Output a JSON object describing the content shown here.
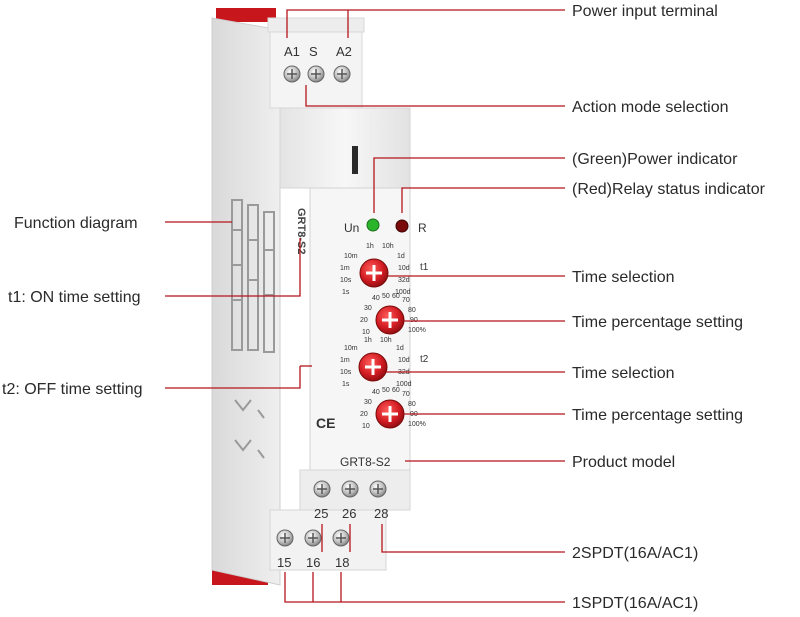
{
  "callouts": {
    "power_input_terminal": "Power input terminal",
    "action_mode_selection": "Action mode selection",
    "power_indicator": "(Green)Power indicator",
    "relay_status_indicator": "(Red)Relay status indicator",
    "function_diagram": "Function diagram",
    "time_selection_1": "Time selection",
    "t1_on_time": "t1: ON time setting",
    "time_percentage_1": "Time percentage setting",
    "t2_off_time": "t2: OFF time setting",
    "time_selection_2": "Time selection",
    "time_percentage_2": "Time percentage setting",
    "product_model": "Product model",
    "spdt2": "2SPDT(16A/AC1)",
    "spdt1": "1SPDT(16A/AC1)"
  },
  "device": {
    "top_terminals": [
      "A1",
      "S",
      "A2"
    ],
    "led_un": "Un",
    "led_r": "R",
    "dial_t1": "t1",
    "dial_t2": "t2",
    "range_ticks_left": [
      "10m",
      "1h",
      "10h",
      "1m",
      "10s",
      "1s"
    ],
    "range_ticks_right": [
      "1d",
      "10d",
      "32d",
      "100d"
    ],
    "percent_ticks": [
      "40",
      "50",
      "60",
      "70",
      "80",
      "90",
      "100%",
      "30",
      "20",
      "10"
    ],
    "model": "GRT8-S2",
    "side_model": "GRT8-S2",
    "ce_mark": "CE",
    "middle_terminals": [
      "25",
      "26",
      "28"
    ],
    "bottom_terminals": [
      "15",
      "16",
      "18"
    ]
  },
  "colors": {
    "accent_red": "#c8161d",
    "line_red": "#b5151c",
    "led_green": "#2bb52b",
    "led_red": "#7a0a0a",
    "body": "#f1f1f1"
  }
}
